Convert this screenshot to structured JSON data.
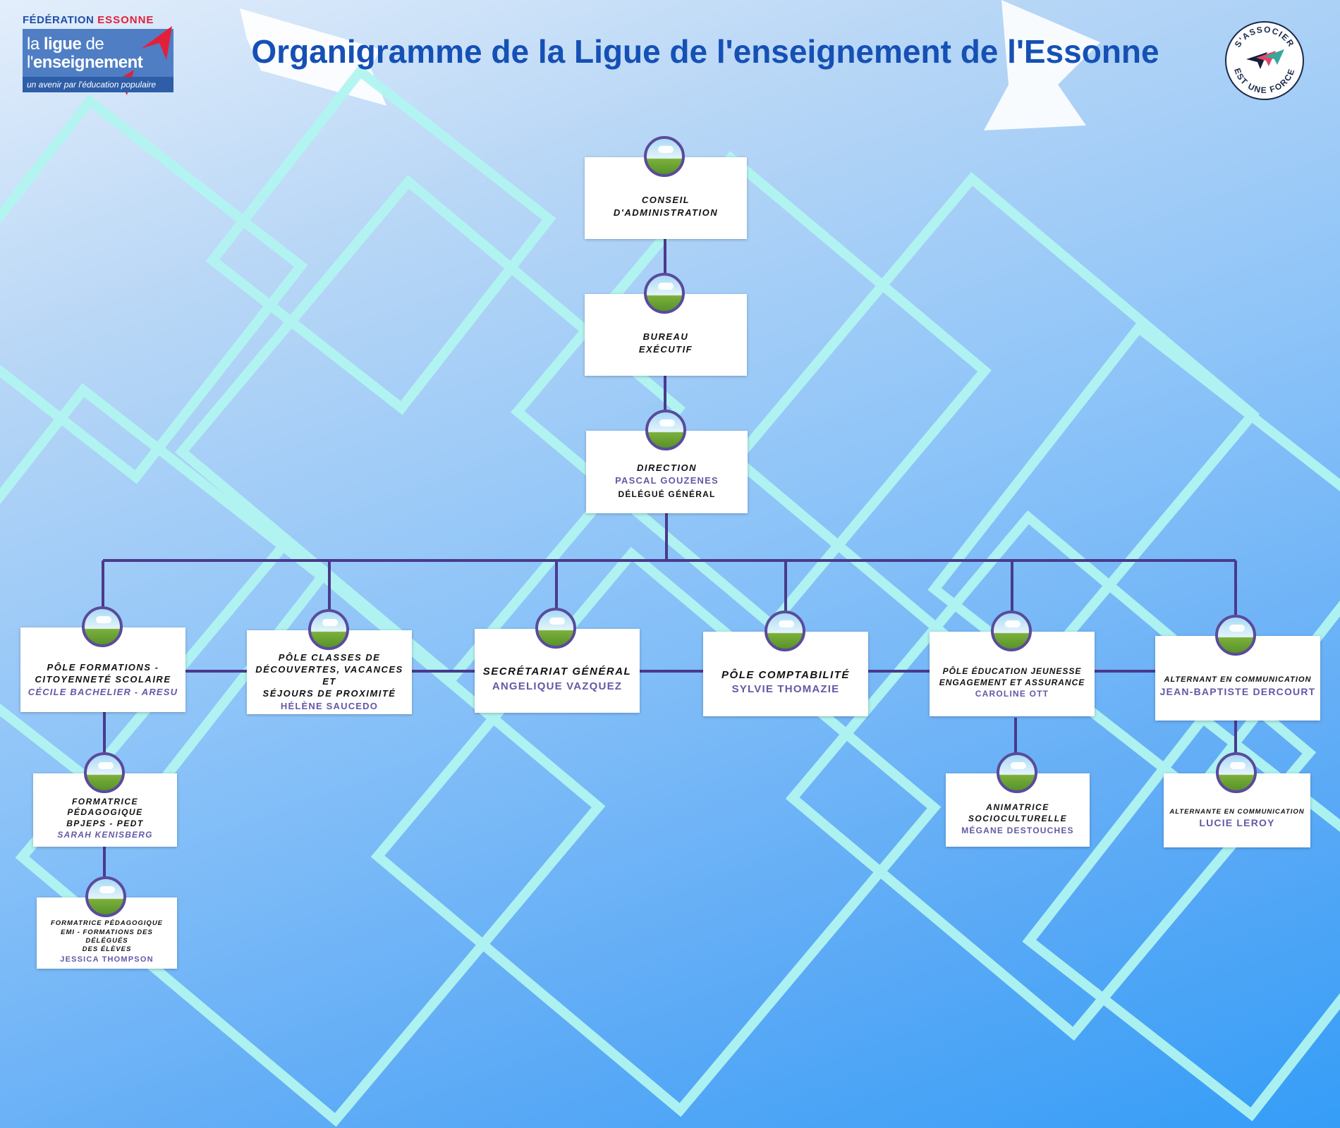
{
  "header": {
    "title": "Organigramme de la Ligue de l'enseignement de l'Essonne",
    "logo": {
      "federation": "FÉDÉRATION",
      "region": "ESSONNE",
      "line1_a": "la ",
      "line1_b": "ligue",
      "line1_c": " de",
      "line2_a": "l'",
      "line2_b": "enseignement",
      "tagline": "un avenir par l'éducation populaire"
    },
    "badge": {
      "top": "S'ASSOCIER",
      "bottom": "EST UNE FORCE"
    }
  },
  "colors": {
    "title": "#1550b5",
    "line": "#4a3a8c",
    "person": "#6458a6",
    "bg_squares": "#b2f5f1"
  },
  "nodes": {
    "ca": {
      "role": "CONSEIL\nD'ADMINISTRATION"
    },
    "bureau": {
      "role": "BUREAU\nEXÉCUTIF"
    },
    "direction": {
      "role": "DIRECTION",
      "person": "PASCAL GOUZENES",
      "sub": "DÉLÉGUÉ GÉNÉRAL"
    },
    "formations": {
      "role": "PÔLE FORMATIONS -\nCITOYENNETÉ SCOLAIRE",
      "person": "CÉCILE BACHELIER - ARESU"
    },
    "classes": {
      "role": "PÔLE CLASSES DE\nDÉCOUVERTES, VACANCES ET\nSÉJOURS DE PROXIMITÉ",
      "person": "HÉLÈNE SAUCEDO"
    },
    "secretariat": {
      "role": "SECRÉTARIAT GÉNÉRAL",
      "person": "ANGELIQUE VAZQUEZ"
    },
    "compta": {
      "role": "PÔLE COMPTABILITÉ",
      "person": "SYLVIE THOMAZIE"
    },
    "education": {
      "role": "PÔLE ÉDUCATION JEUNESSE\nENGAGEMENT ET ASSURANCE",
      "person": "CAROLINE OTT"
    },
    "alternant": {
      "role": "ALTERNANT EN COMMUNICATION",
      "person": "JEAN-BAPTISTE DERCOURT"
    },
    "formatrice1": {
      "role": "FORMATRICE\nPÉDAGOGIQUE\nBPJEPS - PEDT",
      "person": "SARAH KENISBERG"
    },
    "formatrice2": {
      "role": "FORMATRICE PÉDAGOGIQUE\nEMI - FORMATIONS DES DÉLÉGUÉS\nDES ÉLÈVES",
      "person": "JESSICA THOMPSON"
    },
    "animatrice": {
      "role": "ANIMATRICE\nSOCIOCULTURELLE",
      "person": "MÉGANE DESTOUCHES"
    },
    "alternante": {
      "role": "ALTERNANTE EN COMMUNICATION",
      "person": "LUCIE LEROY"
    }
  }
}
